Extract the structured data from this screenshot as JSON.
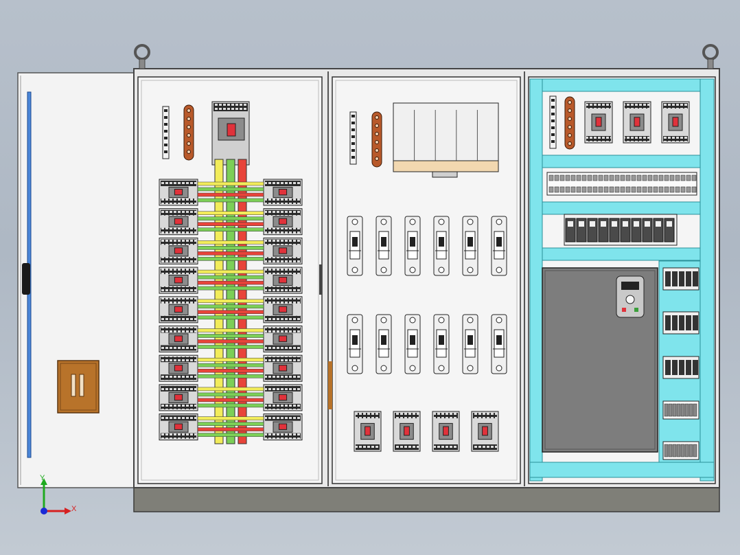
{
  "axis_triad": {
    "y_label": "Y",
    "x_label": "X"
  },
  "colors": {
    "background": "#b7c0cb",
    "cabinet_body": "#eeeeee",
    "panel_face": "#f4f4f4",
    "plinth": "#7f7f78",
    "door": "#f3f3f3",
    "cyan_rail": "#7fe4ec",
    "busbar_red": "#e8443a",
    "busbar_green": "#7ccf57",
    "busbar_yellow": "#f2ec5a",
    "copper": "#b8592a",
    "breaker_body": "#8c8c8c",
    "breaker_red": "#e0323b",
    "vfd_plate": "#7d7d7d",
    "door_box": "#b8732a",
    "door_bar": "#4a86d8"
  },
  "icons": {
    "lifting_eye_left": "ring-icon",
    "lifting_eye_right": "ring-icon",
    "axis": "xyz-triad-icon"
  },
  "layout_counts": {
    "main_breaker_rows": 9,
    "fuse_holders_per_row": 6,
    "bottom_breakers": 4,
    "top_right_breakers": 3
  }
}
